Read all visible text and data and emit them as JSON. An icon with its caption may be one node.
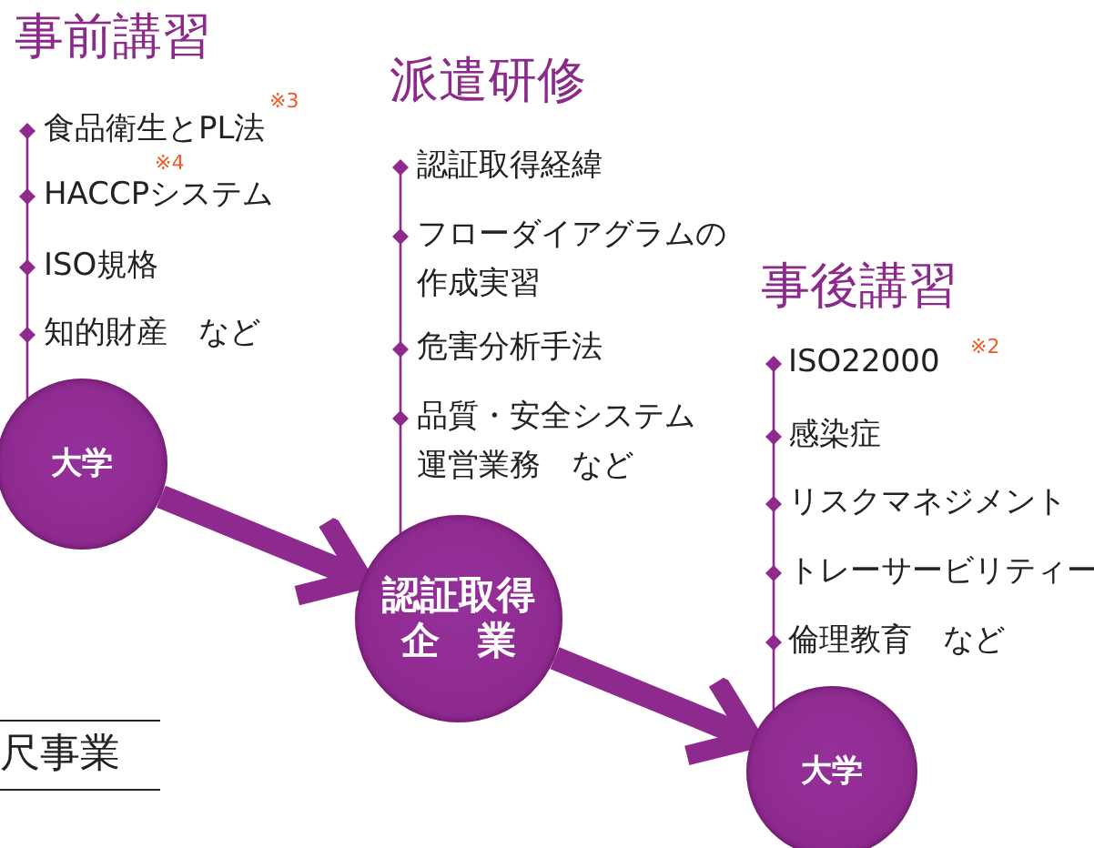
{
  "diagram": {
    "nodes": [
      {
        "text": [
          "大学"
        ],
        "beside": [
          "事前講習",
          "食品衛生とPL法",
          "※3",
          "HACCPシステム",
          "※4",
          "ISO規格",
          "知的財産　など"
        ]
      },
      {
        "text": [
          "認証取得企　業"
        ],
        "beside": [
          "派遣研修",
          "認証取得経緯",
          "フローダイアグラムの作成実習",
          "危害分析手法",
          "品質・安全システム運営業務　など"
        ]
      },
      {
        "text": [
          "大学"
        ],
        "beside": [
          "事後講習",
          "ISO22000",
          "※2",
          "感染症",
          "リスクマネジメント",
          "トレーサービリティー",
          "倫理教育　など"
        ]
      }
    ],
    "edges": [
      {
        "from": 0,
        "to": 1,
        "arrow": "to"
      },
      {
        "from": 1,
        "to": 2,
        "arrow": "to"
      }
    ],
    "labels": [
      "尺事業"
    ]
  }
}
